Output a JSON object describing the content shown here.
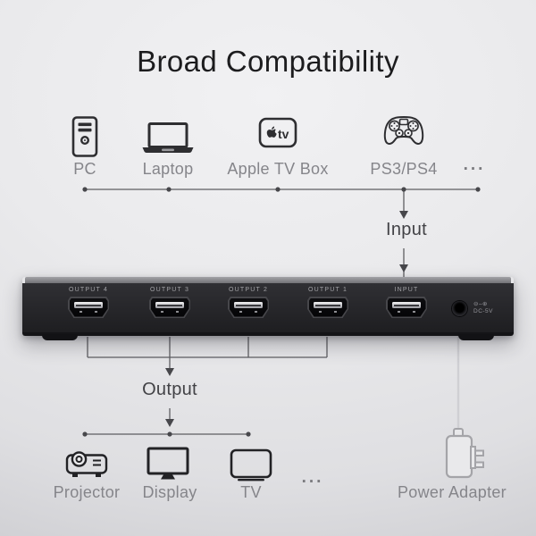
{
  "title": "Broad Compatibility",
  "input_section": {
    "arrow_label": "Input",
    "ellipsis": "...",
    "apple_tv_icon_text": "tv",
    "devices": [
      {
        "label": "PC"
      },
      {
        "label": "Laptop"
      },
      {
        "label": "Apple TV Box"
      },
      {
        "label": "PS3/PS4"
      }
    ]
  },
  "splitter": {
    "port_labels": [
      "OUTPUT 4",
      "OUTPUT 3",
      "OUTPUT 2",
      "OUTPUT 1",
      "INPUT"
    ],
    "dc_polarity": "⊖–⊕",
    "dc_label": "DC-5V"
  },
  "output_section": {
    "arrow_label": "Output",
    "ellipsis": "...",
    "devices": [
      {
        "label": "Projector"
      },
      {
        "label": "Display"
      },
      {
        "label": "TV"
      }
    ],
    "power_adapter_label": "Power Adapter"
  },
  "colors": {
    "background": "#e9e9eb",
    "title_text": "#1c1c1e",
    "label_gray": "#85858a",
    "flow_label": "#424246",
    "connector_line": "#5e5e62",
    "device_body": "#232327",
    "device_top_strip": "#8a8a8e",
    "port_label": "#a2a2a6",
    "hdmi_slot": "#d9d9dc"
  }
}
